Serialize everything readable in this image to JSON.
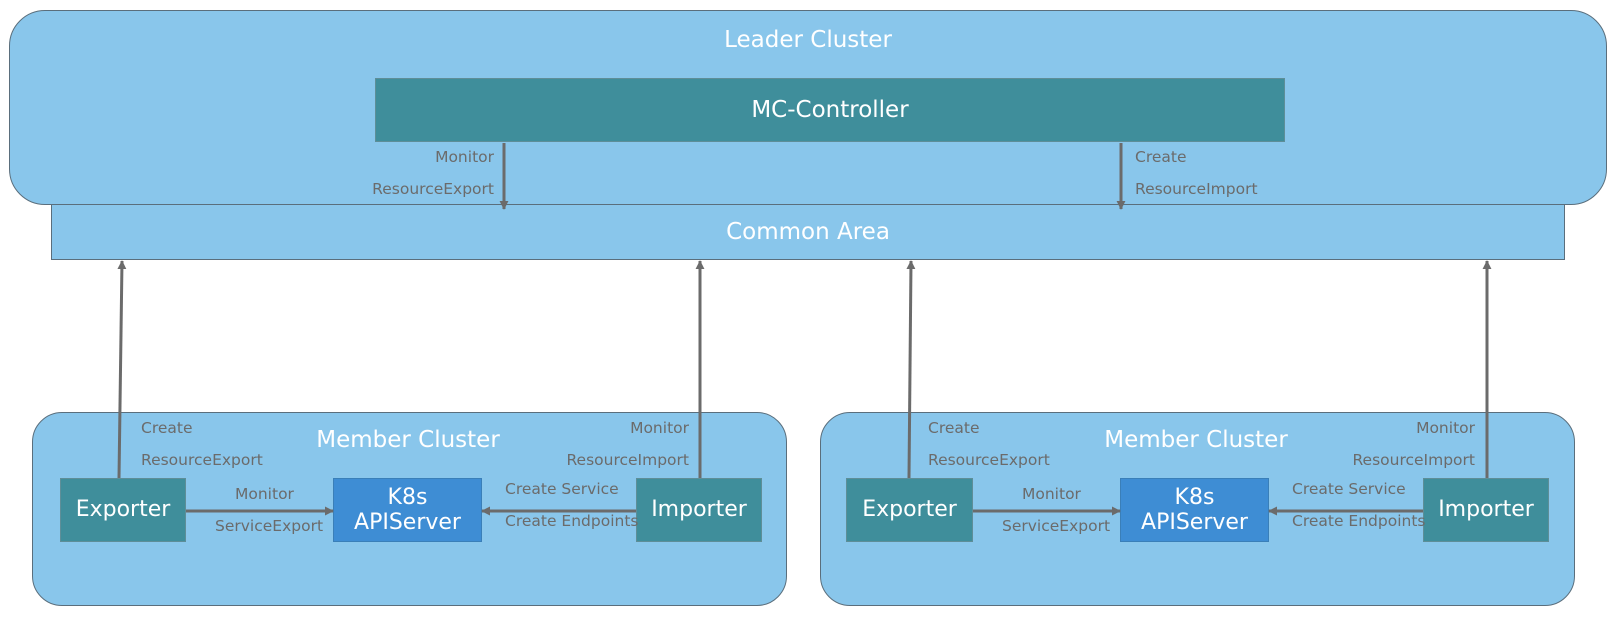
{
  "leader": {
    "title": "Leader Cluster",
    "controller": "MC-Controller",
    "monitor_line1": "Monitor",
    "monitor_line2": "ResourceExport",
    "create_line1": "Create",
    "create_line2": "ResourceImport"
  },
  "common_area": "Common Area",
  "members": [
    {
      "title": "Member Cluster",
      "exporter": "Exporter",
      "importer": "Importer",
      "k8s_line1": "K8s",
      "k8s_line2": "APIServer",
      "create_line1": "Create",
      "create_line2": "ResourceExport",
      "monitor_import_line1": "Monitor",
      "monitor_import_line2": "ResourceImport",
      "monitor_line1": "Monitor",
      "monitor_line2": "ServiceExport",
      "create_service": "Create Service",
      "create_endpoints": "Create Endpoints"
    },
    {
      "title": "Member Cluster",
      "exporter": "Exporter",
      "importer": "Importer",
      "k8s_line1": "K8s",
      "k8s_line2": "APIServer",
      "create_line1": "Create",
      "create_line2": "ResourceExport",
      "monitor_import_line1": "Monitor",
      "monitor_import_line2": "ResourceImport",
      "monitor_line1": "Monitor",
      "monitor_line2": "ServiceExport",
      "create_service": "Create Service",
      "create_endpoints": "Create Endpoints"
    }
  ],
  "colors": {
    "cluster_fill": "#89c6eb",
    "teal_box": "#3f8e9b",
    "k8s_box": "#3e8dd4",
    "arrow": "#6b6b6b",
    "label_text": "#6b6b6b"
  }
}
